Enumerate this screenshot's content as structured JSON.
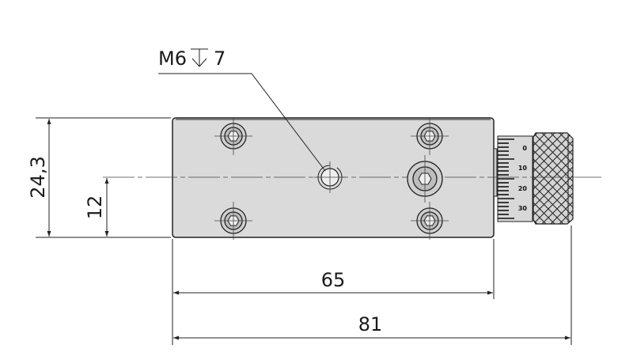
{
  "callout": {
    "thread": "M6",
    "depth_symbol": "depth-arrow",
    "depth": "7"
  },
  "dimensions": {
    "height_total": "24,3",
    "height_center": "12",
    "length_body": "65",
    "length_total": "81"
  },
  "micrometer_scale": [
    "0",
    "10",
    "20",
    "30"
  ],
  "colors": {
    "body": "#dadada",
    "line": "#222222"
  }
}
